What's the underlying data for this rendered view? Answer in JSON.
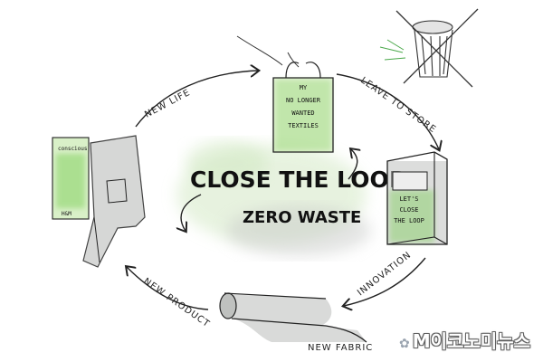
{
  "center": {
    "title": "CLOSE THE LOOP.",
    "subtitle": "ZERO WASTE"
  },
  "steps": {
    "new_life": "NEW LIFE",
    "leave_to_store": "LEAVE TO STORE",
    "innovation": "INNOVATION",
    "new_fabric": "NEW FABRIC",
    "new_product": "NEW PRODUCT"
  },
  "bag_text": [
    "MY",
    "NO LONGER",
    "WANTED",
    "TEXTILES"
  ],
  "store_box_text": [
    "LET'S",
    "CLOSE",
    "THE LOOP"
  ],
  "tag": {
    "top": "conscious",
    "bottom": "H&M"
  },
  "watermark": "M이코노미뉴스",
  "colors": {
    "green_wash": "#7fcf5a",
    "grey_wash": "#c8cac8",
    "ink": "#1c1c1c"
  }
}
